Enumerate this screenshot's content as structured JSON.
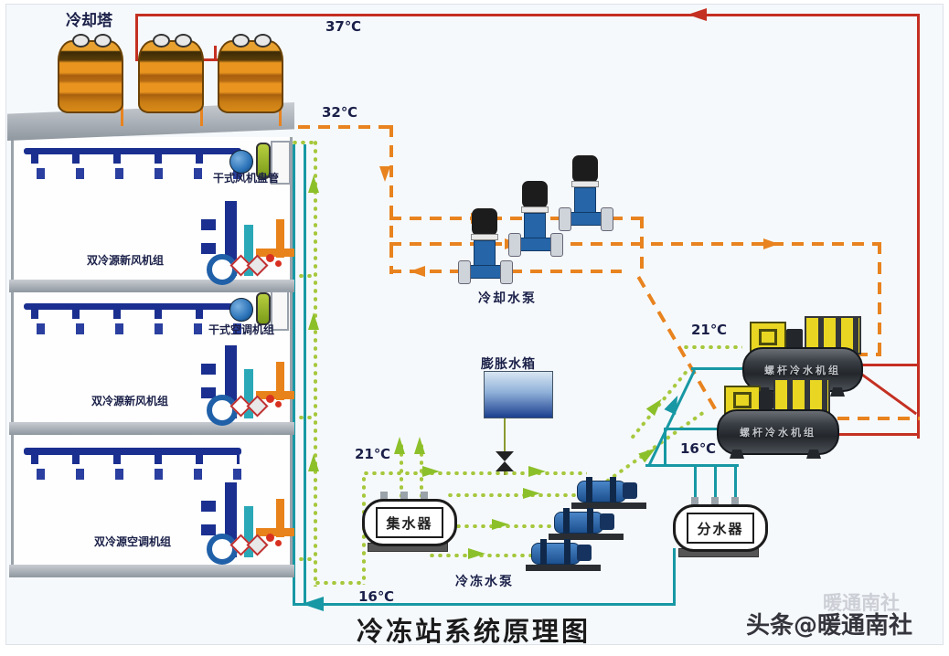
{
  "diagram": {
    "title": "冷冻站系统原理图",
    "watermark": "头条@暖通南社",
    "watermark_ghost": "暖通南社"
  },
  "labels": {
    "cooling_tower": "冷却塔",
    "cooling_water_pump": "冷却水泵",
    "chilled_water_pump": "冷冻水泵",
    "expansion_tank": "膨胀水箱",
    "collector": "集水器",
    "distributor": "分水器",
    "dry_fan_coil": "干式风机盘管",
    "dry_ahu": "干式空调机组",
    "floor1_unit": "双冷源新风机组",
    "floor2_unit": "双冷源新风机组",
    "floor3_unit": "双冷源空调机组",
    "chiller_text": "螺杆冷水机组"
  },
  "temperatures": {
    "t37": "37℃",
    "t32": "32℃",
    "t21_right": "21℃",
    "t21_left": "21℃",
    "t16_right": "16℃",
    "t16_bottom": "16℃"
  },
  "colors": {
    "condenser_supply_red": "#c43022",
    "condenser_return_orange": "#e8831f",
    "chilled_return_green": "#a6c83c",
    "chilled_supply_teal": "#1798a4",
    "tower_orange": "#e09422",
    "pump_blue": "#2565a8",
    "chiller_yellow": "#e8d622"
  }
}
